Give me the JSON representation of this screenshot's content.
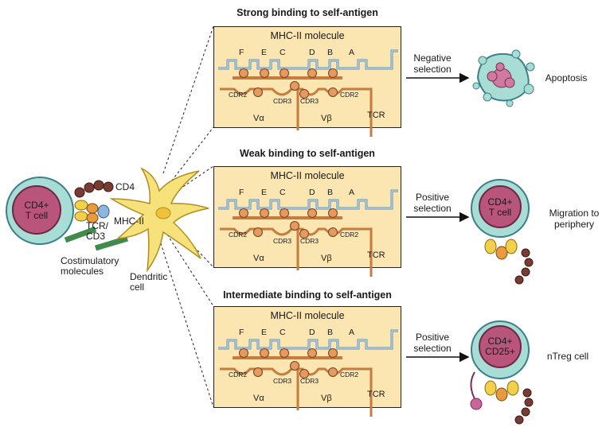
{
  "panels": [
    {
      "heading": "Strong binding to self-antigen",
      "title": "MHC-II molecule",
      "letters": [
        "F",
        "E",
        "C",
        "D",
        "B",
        "A"
      ],
      "labels": {
        "cdr2_left": "CDR2",
        "cdr3_left": "CDR3",
        "cdr3_right": "CDR3",
        "cdr2_right": "CDR2",
        "va": "Vα",
        "vb": "Vβ",
        "tcr": "TCR"
      },
      "selection": "Negative\nselection",
      "result": "Apoptosis"
    },
    {
      "heading": "Weak binding to self-antigen",
      "title": "MHC-II molecule",
      "letters": [
        "F",
        "E",
        "C",
        "D",
        "B",
        "A"
      ],
      "labels": {
        "cdr2_left": "CDR2",
        "cdr3_left": "CDR3",
        "cdr3_right": "CDR3",
        "cdr2_right": "CDR2",
        "va": "Vα",
        "vb": "Vβ",
        "tcr": "TCR"
      },
      "selection": "Positive\nselection",
      "result": "Migration to\nperiphery",
      "cell": "CD4+\nT cell"
    },
    {
      "heading": "Intermediate binding to self-antigen",
      "title": "MHC-II molecule",
      "letters": [
        "F",
        "E",
        "C",
        "D",
        "B",
        "A"
      ],
      "labels": {
        "cdr2_left": "CDR2",
        "cdr3_left": "CDR3",
        "cdr3_right": "CDR3",
        "cdr2_right": "CDR2",
        "va": "Vα",
        "vb": "Vβ",
        "tcr": "TCR"
      },
      "selection": "Positive\nselection",
      "result": "nTreg cell",
      "cell": "CD4+\nCD25+"
    }
  ],
  "left": {
    "tcell": "CD4+\nT cell",
    "cd4": "CD4",
    "tcr_cd3": "TCR/\nCD3",
    "mhc2": "MHC-II",
    "costim": "Costimulatory\nmolecules",
    "dendritic": "Dendritic\ncell"
  },
  "colors": {
    "panel_bg": "#fbe6b2",
    "cell_teal": "#a8ddd6",
    "nucleus": "#b9557a",
    "strand_blue": "#5b8fb5",
    "strand_orange": "#c77b3c",
    "dendritic": "#f7e17a"
  }
}
